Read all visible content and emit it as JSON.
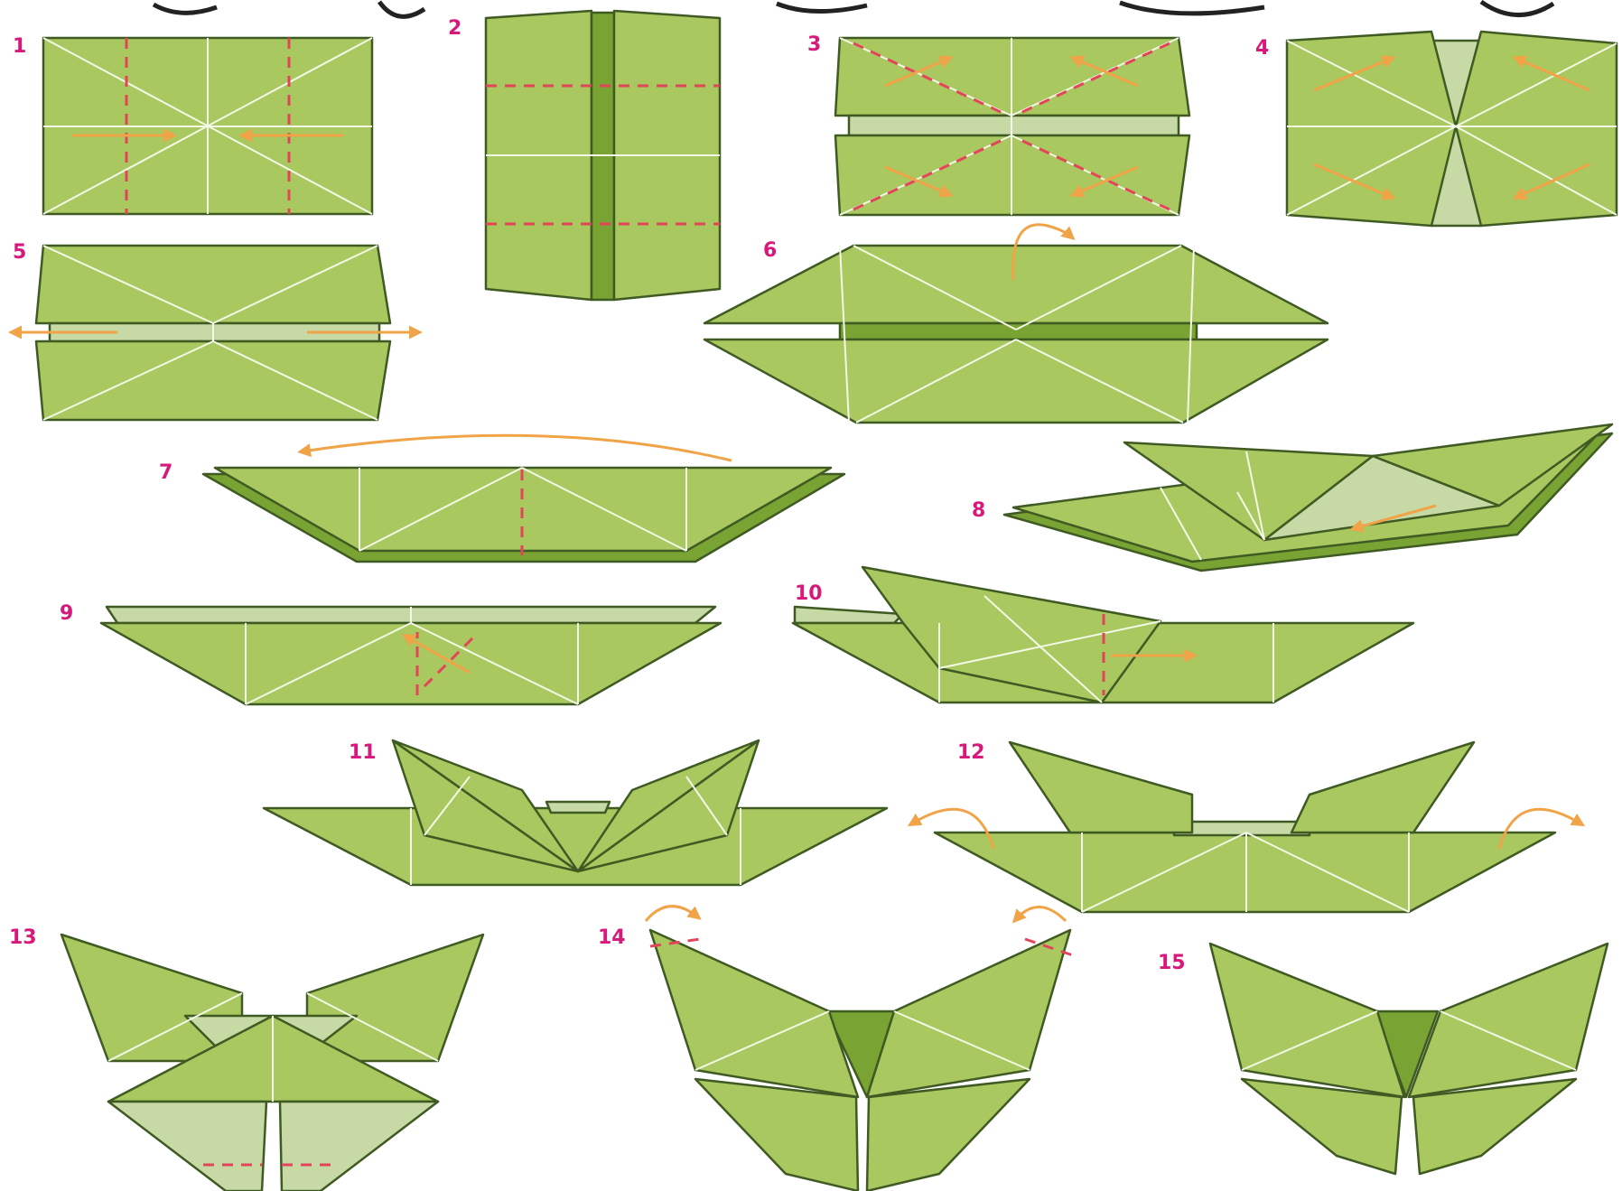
{
  "title_text": "",
  "colors": {
    "paper": "#a9c85f",
    "paper_light": "#c7d9a4",
    "paper_dark": "#79a332",
    "edge": "#3f5a23",
    "crease": "#f4f8e6",
    "fold_line": "#e2455a",
    "arrow": "#f0a347",
    "step_number": "#d6197a"
  },
  "steps": [
    {
      "number": "1"
    },
    {
      "number": "2"
    },
    {
      "number": "3"
    },
    {
      "number": "4"
    },
    {
      "number": "5"
    },
    {
      "number": "6"
    },
    {
      "number": "7"
    },
    {
      "number": "8"
    },
    {
      "number": "9"
    },
    {
      "number": "10"
    },
    {
      "number": "11"
    },
    {
      "number": "12"
    },
    {
      "number": "13"
    },
    {
      "number": "14"
    },
    {
      "number": "15"
    }
  ]
}
